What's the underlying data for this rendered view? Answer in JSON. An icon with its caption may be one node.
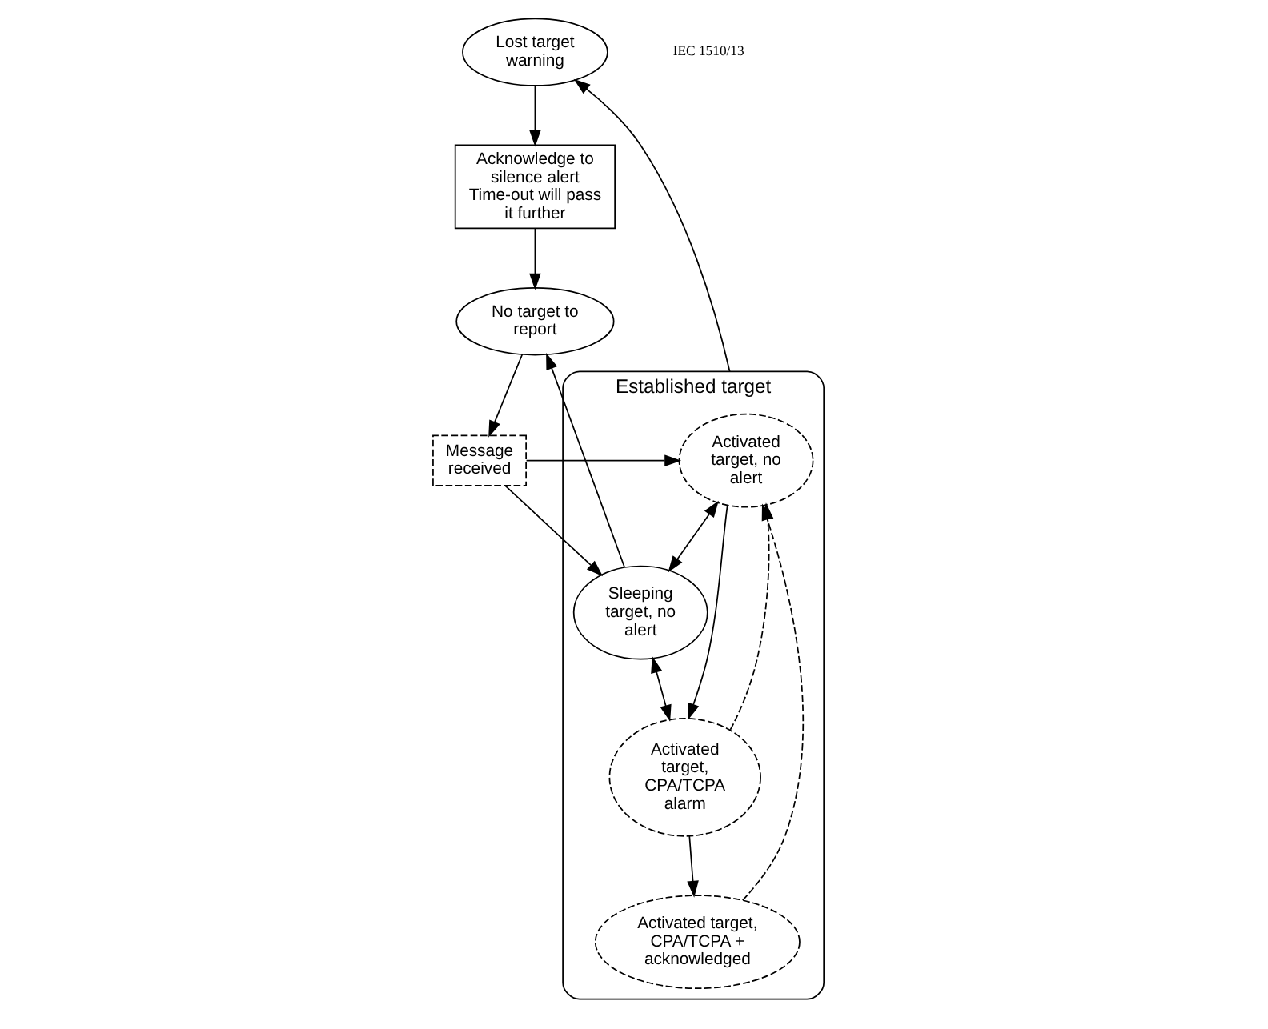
{
  "diagram": {
    "nodes": [
      {
        "text": [
          "No target to report"
        ]
      },
      {
        "text": [
          "Acknowledge to silence alert Time-out will pass it further"
        ]
      },
      {
        "text": [
          "Message received"
        ]
      },
      {
        "text": [
          "Lost target warning"
        ]
      },
      {
        "text": [
          "Established target"
        ]
      },
      {
        "text": [
          "Activated target, no alert"
        ],
        "in": 4
      },
      {
        "text": [
          "Activated target, CPA/TCPA + acknowledged"
        ],
        "in": 4
      },
      {
        "text": [
          "Sleeping target, no alert"
        ],
        "in": 4
      },
      {
        "text": [
          "Activated target, CPA/TCPA alarm"
        ],
        "in": 4
      }
    ],
    "edges": [
      {
        "from": 1,
        "to": 0,
        "arrow": "to"
      },
      {
        "from": 0,
        "to": 2,
        "arrow": "to"
      },
      {
        "from": 3,
        "to": 1,
        "arrow": "to"
      },
      {
        "from": 4,
        "to": 3,
        "arrow": "to"
      },
      {
        "from": 2,
        "to": 5,
        "arrow": "to"
      },
      {
        "from": 2,
        "to": 7,
        "arrow": "to"
      },
      {
        "from": 7,
        "to": 0,
        "arrow": "to"
      },
      {
        "from": 5,
        "to": 7,
        "arrow": "both"
      },
      {
        "from": 7,
        "to": 8,
        "arrow": "both"
      },
      {
        "from": 5,
        "to": 8,
        "arrow": "to"
      },
      {
        "from": 8,
        "to": 5,
        "arrow": "to",
        "style": "dashed"
      },
      {
        "from": 6,
        "to": 5,
        "arrow": "to",
        "style": "dashed"
      },
      {
        "from": 8,
        "to": 6,
        "arrow": "to"
      }
    ],
    "labels": [
      "IEC 1510/13"
    ]
  }
}
